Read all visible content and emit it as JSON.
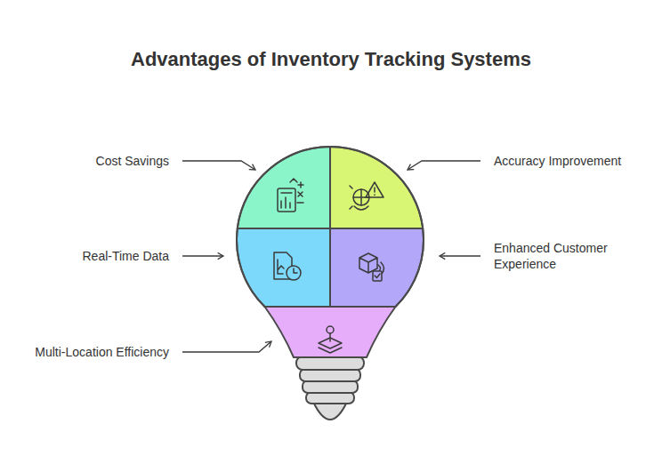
{
  "diagram": {
    "title": "Advantages of Inventory Tracking Systems",
    "nodes": [
      {
        "text": [
          "Cost Savings"
        ]
      },
      {
        "text": [
          "Accuracy Improvement"
        ]
      },
      {
        "text": [
          "Real-Time Data"
        ]
      },
      {
        "text": [
          "Enhanced Customer Experience"
        ]
      },
      {
        "text": [
          "Multi-Location Efficiency"
        ]
      }
    ]
  }
}
